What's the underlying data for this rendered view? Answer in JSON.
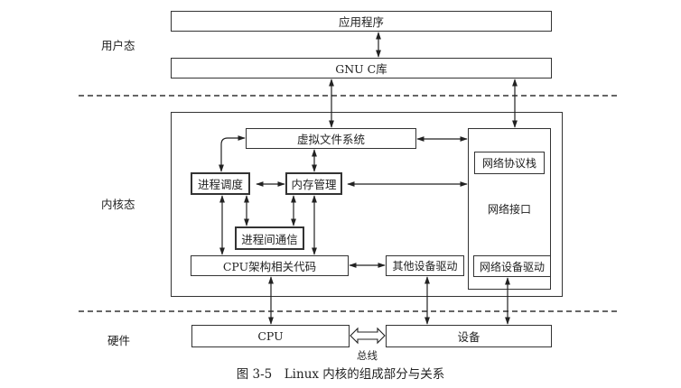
{
  "layers": {
    "user": "用户态",
    "kernel": "内核态",
    "hardware": "硬件"
  },
  "user_space": {
    "application": "应用程序",
    "glibc": "GNU C库"
  },
  "kernel": {
    "vfs": "虚拟文件系统",
    "scheduler": "进程调度",
    "memory": "内存管理",
    "ipc": "进程间通信",
    "arch": "CPU架构相关代码",
    "other_drivers": "其他设备驱动",
    "network_interface": "网络接口",
    "network_stack": "网络协议栈",
    "network_drivers": "网络设备驱动"
  },
  "hardware": {
    "cpu": "CPU",
    "devices": "设备",
    "bus": "总线"
  },
  "caption": "图 3-5　Linux 内核的组成部分与关系"
}
